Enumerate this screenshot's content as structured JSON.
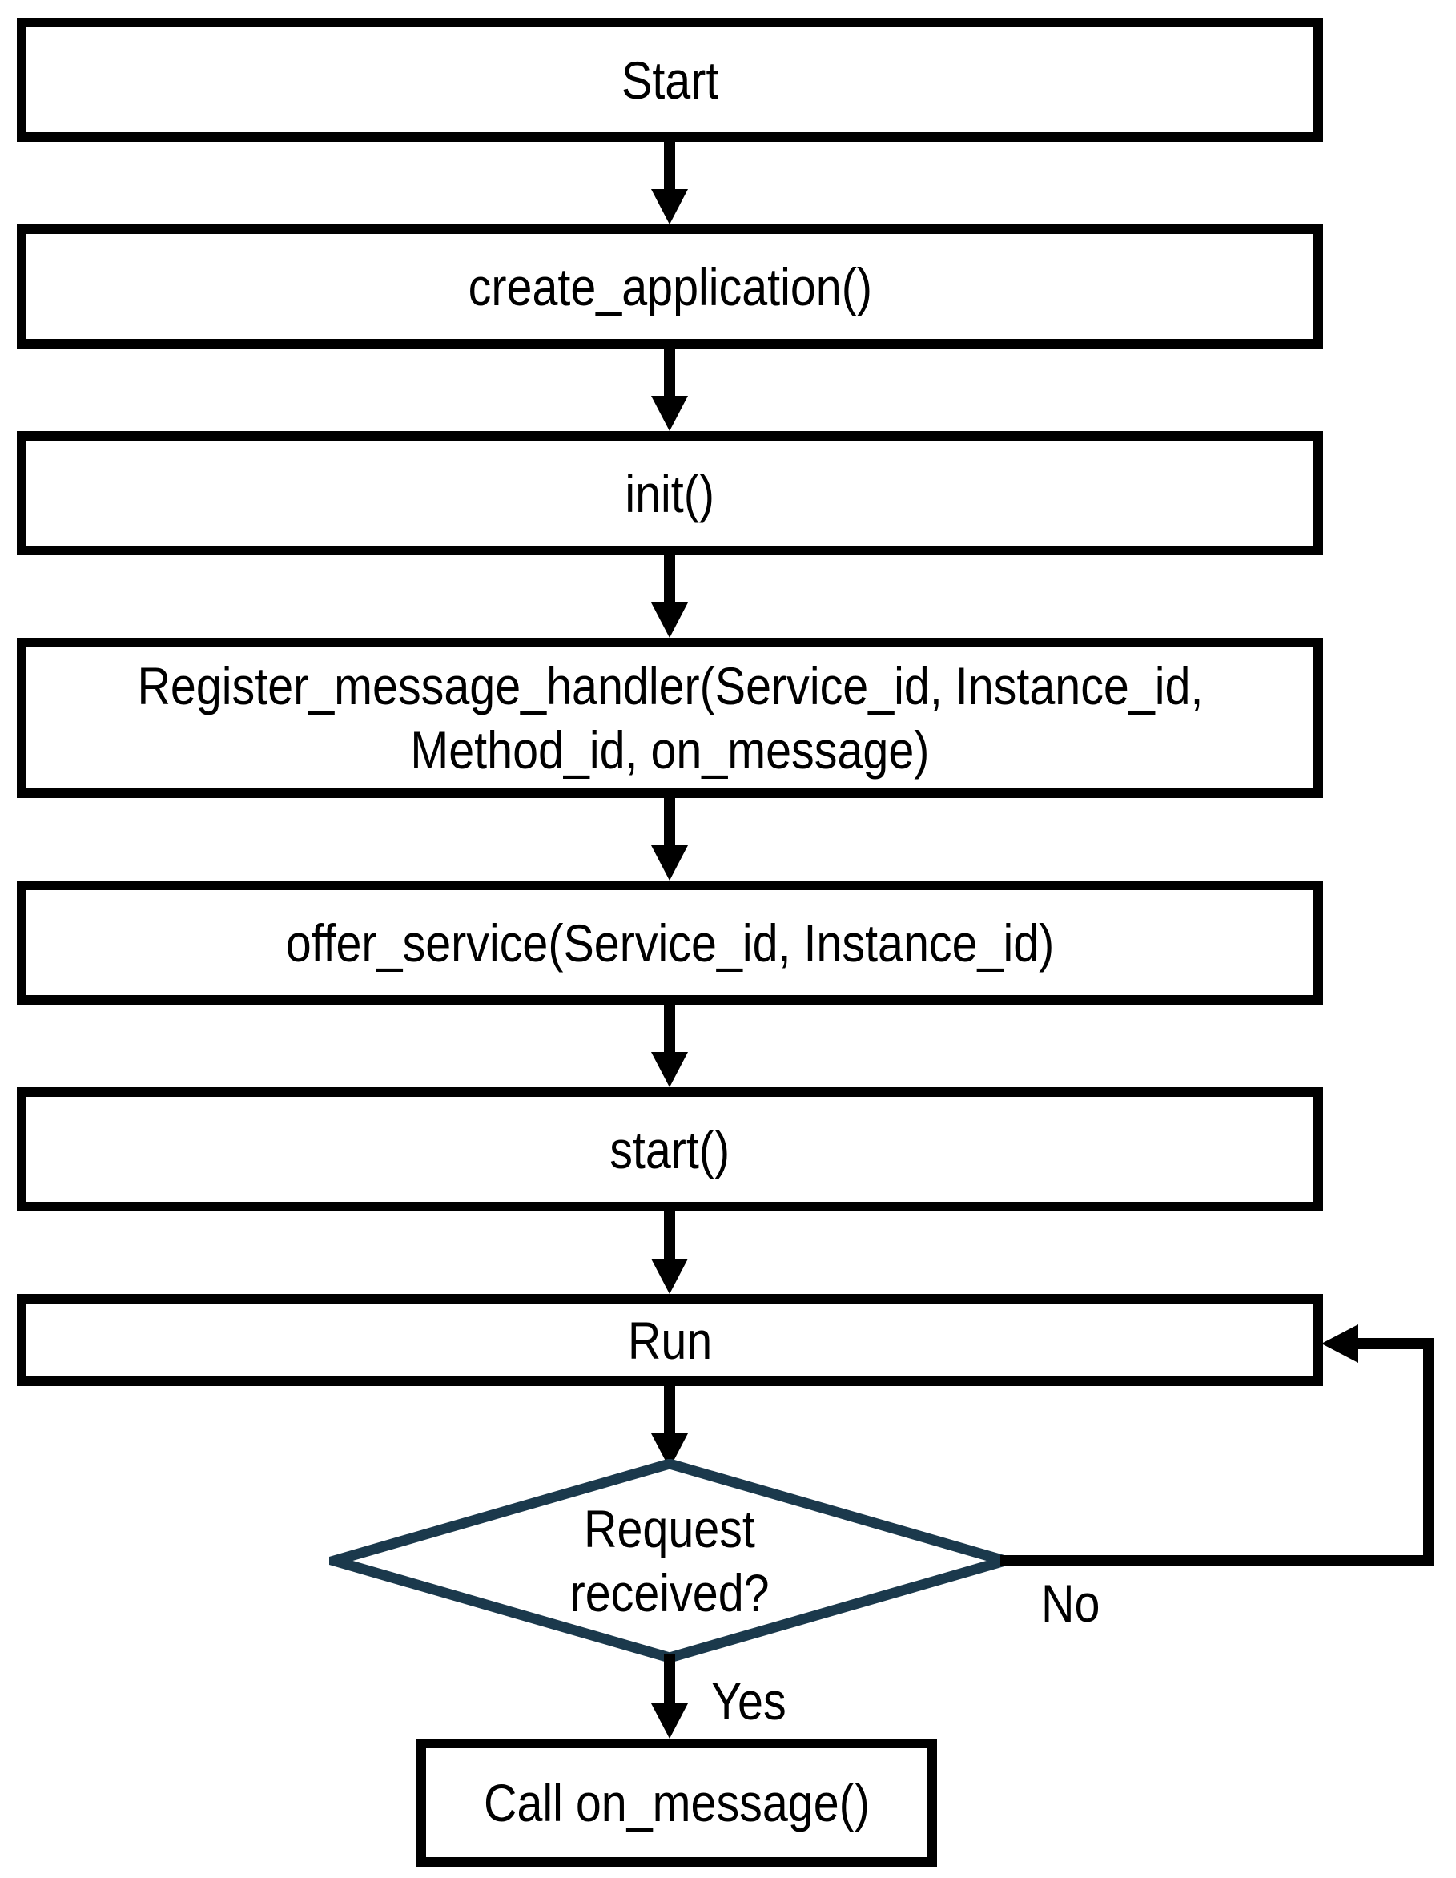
{
  "flowchart": {
    "nodes": {
      "start": {
        "label": "Start"
      },
      "create_application": {
        "label": "create_application()"
      },
      "init": {
        "label": "init()"
      },
      "register_message_handler": {
        "line1": "Register_message_handler(Service_id, Instance_id,",
        "line2": "Method_id, on_message)"
      },
      "offer_service": {
        "label": "offer_service(Service_id, Instance_id)"
      },
      "start_call": {
        "label": "start()"
      },
      "run": {
        "label": "Run"
      },
      "request_received": {
        "line1": "Request",
        "line2": "received?"
      },
      "call_on_message": {
        "label": "Call on_message()"
      }
    },
    "branch_labels": {
      "yes": "Yes",
      "no": "No"
    },
    "colors": {
      "box_border": "#000000",
      "diamond_border": "#1b394c",
      "arrow": "#000000",
      "text": "#000000",
      "background": "#ffffff"
    }
  }
}
